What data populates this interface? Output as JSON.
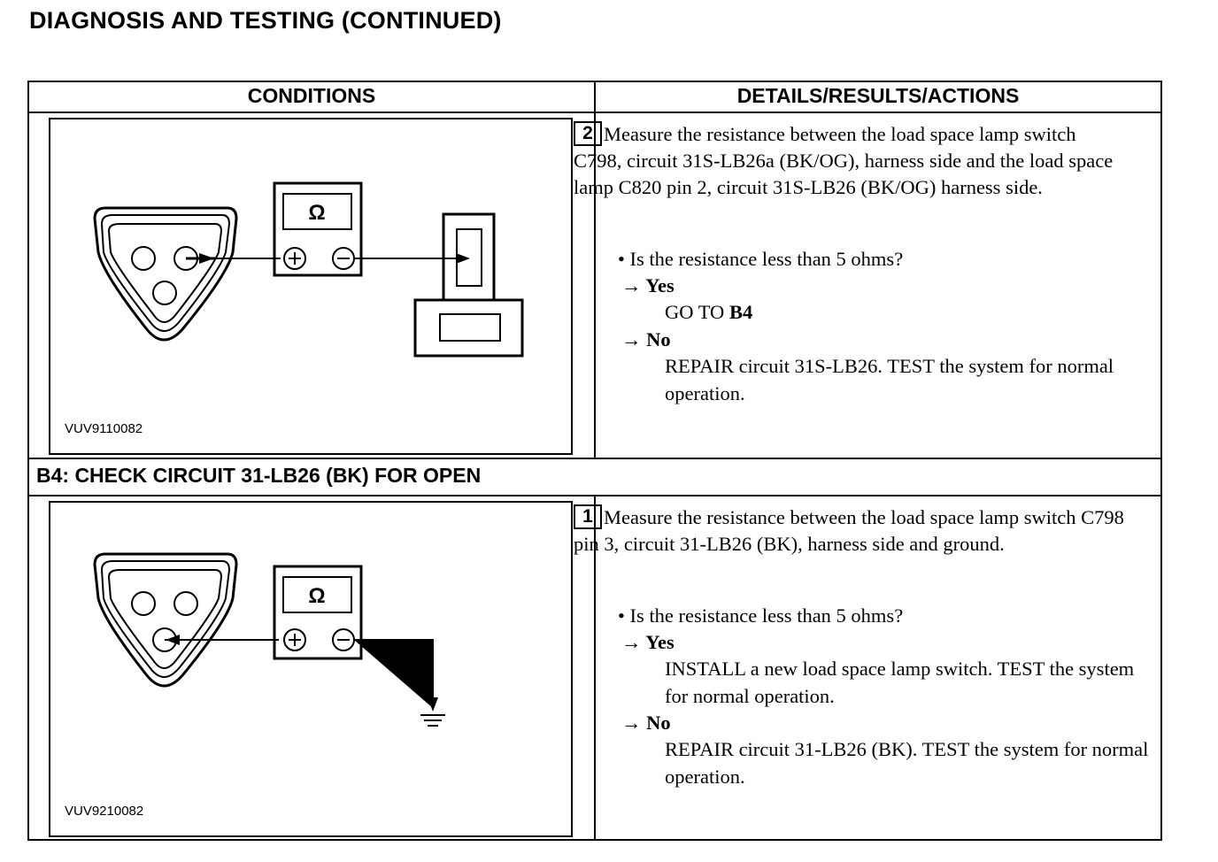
{
  "page_title": "DIAGNOSIS AND TESTING (CONTINUED)",
  "table": {
    "col_conditions": "CONDITIONS",
    "col_details": "DETAILS/RESULTS/ACTIONS"
  },
  "step_b3_2": {
    "number": "2",
    "instruction": "Measure the resistance between the load space lamp switch C798, circuit 31S-LB26a (BK/OG), harness side and the load space lamp C820 pin 2, circuit 31S-LB26 (BK/OG) harness side.",
    "question": "• Is the resistance less than 5 ohms?",
    "yes_label": "→ Yes",
    "yes_action_prefix": "GO TO ",
    "yes_action_target": "B4",
    "no_label": "→ No",
    "no_action": "REPAIR circuit 31S-LB26. TEST the system for normal operation.",
    "figure_id": "VUV9110082",
    "meter_symbol": "Ω"
  },
  "section_b4": {
    "heading": "B4: CHECK CIRCUIT 31-LB26 (BK) FOR OPEN"
  },
  "step_b4_1": {
    "number": "1",
    "instruction": "Measure the resistance between the load space lamp switch C798 pin 3, circuit 31-LB26 (BK), harness side and ground.",
    "question": "• Is the resistance less than 5 ohms?",
    "yes_label": "→ Yes",
    "yes_action": "INSTALL a new load space lamp switch. TEST the system for normal operation.",
    "no_label": "→ No",
    "no_action": "REPAIR circuit 31-LB26 (BK). TEST the system for normal operation.",
    "figure_id": "VUV9210082",
    "meter_symbol": "Ω"
  }
}
